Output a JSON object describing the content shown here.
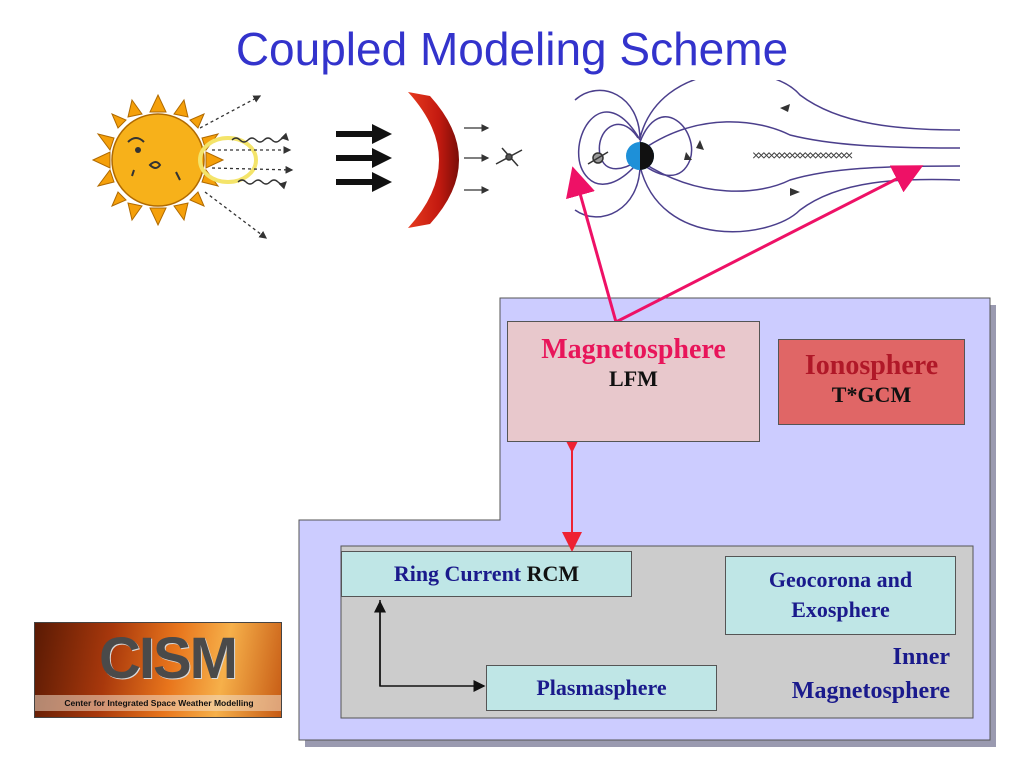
{
  "title": "Coupled Modeling Scheme",
  "boxes": {
    "magnetosphere": {
      "name": "Magnetosphere",
      "model": "LFM"
    },
    "ionosphere": {
      "name": "Ionosphere",
      "model": "T*GCM"
    },
    "ring_current": {
      "name": "Ring Current",
      "model": "RCM"
    },
    "geocorona": {
      "line1": "Geocorona and",
      "line2": "Exosphere"
    },
    "plasmasphere": {
      "name": "Plasmasphere"
    },
    "inner_magnetosphere": {
      "line1": "Inner",
      "line2": "Magnetosphere"
    }
  },
  "logo": {
    "main": "CISM",
    "subtitle": "Center for Integrated Space Weather Modelling"
  },
  "colors": {
    "title": "#3333cc",
    "panel": "#ccccff",
    "inner_panel": "#cccccc",
    "link_arrow": "#ee1166",
    "coupling_arrow": "#ee2233",
    "magnetosphere_box": "#e8c8cc",
    "ionosphere_box": "#e06666",
    "inner_boxes": "#bfe6e6"
  }
}
